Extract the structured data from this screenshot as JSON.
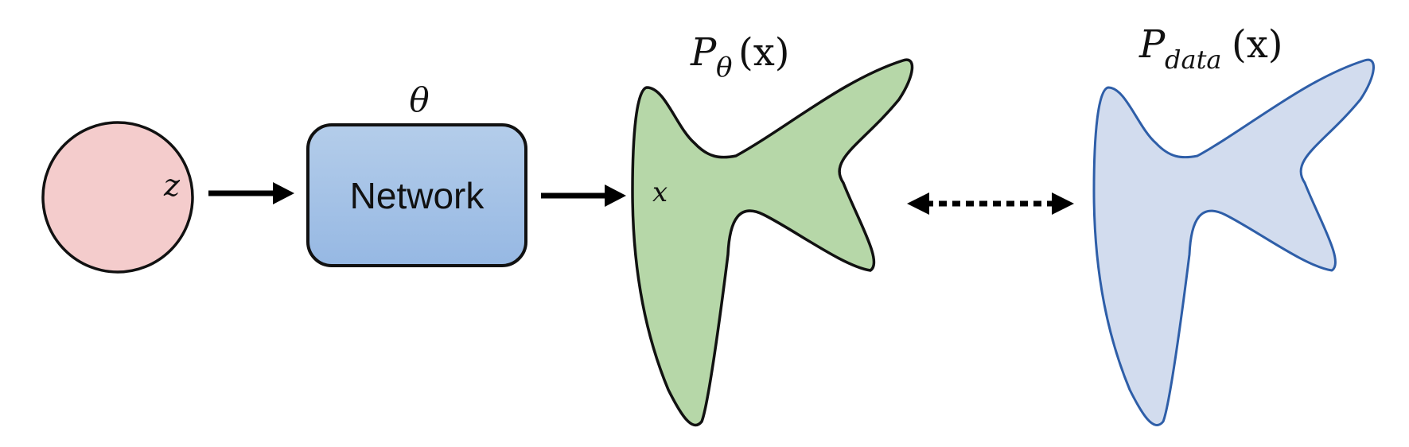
{
  "latent": {
    "variable": "z",
    "fill_color": "#f4cccc"
  },
  "network": {
    "label": "Network",
    "parameter": "θ",
    "fill_top_color": "#b4cdea",
    "fill_bottom_color": "#96b8e3"
  },
  "model_distribution": {
    "label_base": "P",
    "label_subscript": "θ",
    "label_argument": "(x)",
    "sample": "x",
    "fill_color": "#b6d7a8"
  },
  "data_distribution": {
    "label_base": "P",
    "label_subscript": "data",
    "label_argument": "(x)",
    "fill_color": "#d2dcee",
    "stroke_color": "#2e5ea8"
  },
  "colors": {
    "outline": "#111111",
    "arrow": "#000000"
  }
}
